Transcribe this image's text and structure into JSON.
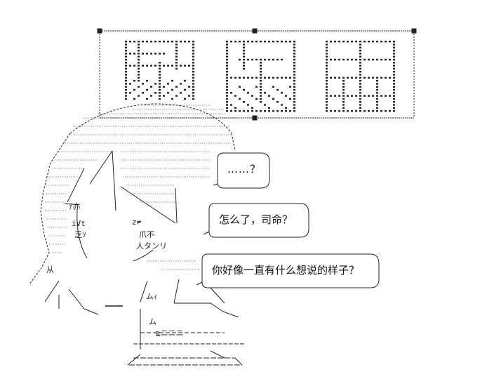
{
  "speech": {
    "bubble1": "……？",
    "bubble2": "怎么了，司命？",
    "bubble3": "你好像一直有什么想说的样子？"
  },
  "art_glyphs": {
    "g1": "ﾃ亦",
    "g2": "iVt",
    "g3": "乏ｿ",
    "g4": "z≠",
    "g5": "爪不",
    "g6": "人タンリ",
    "g7": "从",
    "g8": "ムｨ",
    "g9": "ム",
    "g10": "≧ニニニ"
  },
  "colors": {
    "ink": "#1a1a1a",
    "background": "#ffffff"
  }
}
